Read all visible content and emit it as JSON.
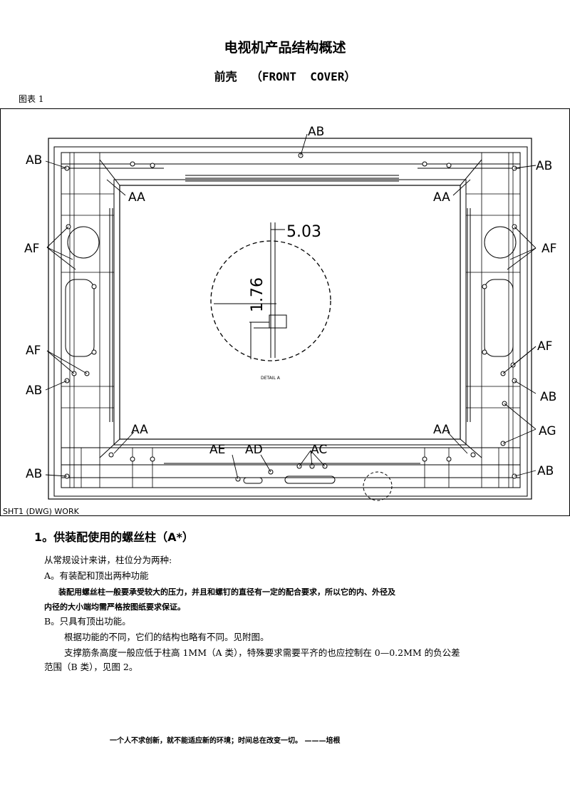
{
  "document": {
    "title": "电视机产品结构概述",
    "subtitle": "前壳  （FRONT  COVER）",
    "figure_label": "图表 1"
  },
  "drawing": {
    "labels": {
      "ab": "AB",
      "aa": "AA",
      "af": "AF",
      "ag": "AG",
      "ae": "AE",
      "ad": "AD",
      "ac": "AC"
    },
    "dim_horizontal": "5.03",
    "dim_vertical": "1.76",
    "detail_label": "DETAIL A",
    "sheet_label": "SHT1 (DWG) WORK",
    "colors": {
      "line": "#000000",
      "background": "#ffffff"
    }
  },
  "section": {
    "heading": "1。供装配使用的螺丝柱（A*）",
    "paragraphs": [
      "从常规设计来讲，柱位分为两种:",
      "A。有装配和顶出两种功能",
      "装配用螺丝柱一般要承受较大的压力，并且和螺钉的直径有一定的配合要求，所以它的内、外径及",
      "内径的大小端均需严格按图纸要求保证。",
      "B。只具有顶出功能。",
      "根据功能的不同，它们的结构也略有不同。见附图。",
      "支撑筋条高度一般应低于柱高 1MM（A 类），特殊要求需要平齐的也应控制在 0—0.2MM 的负公差",
      "范围（B 类），见图 2。"
    ]
  },
  "footer": {
    "quote": "一个人不求创新，就不能适应新的环境；时间总在改变一切。 ———培根"
  }
}
